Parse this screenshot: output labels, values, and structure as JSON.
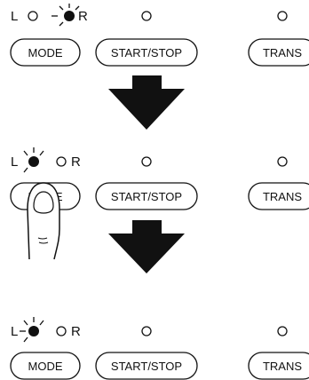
{
  "lamp_labels": {
    "left": "L",
    "right": "R"
  },
  "buttons": {
    "mode": "MODE",
    "start_stop": "START/STOP",
    "trans": "TRANS"
  },
  "steps": [
    {
      "lit_indicator": "R"
    },
    {
      "lit_indicator": "L",
      "finger_pressing": "MODE"
    },
    {
      "lit_indicator": "L"
    }
  ]
}
